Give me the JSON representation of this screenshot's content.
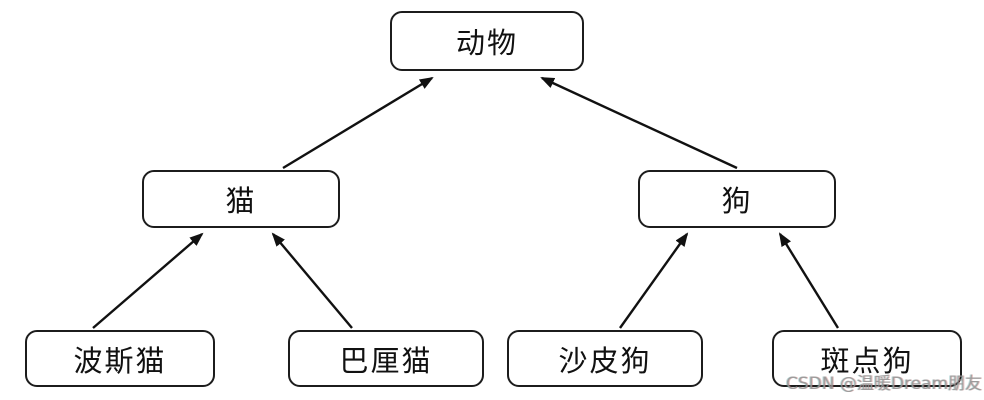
{
  "diagram": {
    "type": "inheritance-tree",
    "nodes": {
      "animal": {
        "label": "动物"
      },
      "cat": {
        "label": "猫"
      },
      "dog": {
        "label": "狗"
      },
      "persian_cat": {
        "label": "波斯猫"
      },
      "balinese_cat": {
        "label": "巴厘猫"
      },
      "shar_pei_dog": {
        "label": "沙皮狗"
      },
      "dalmatian_dog": {
        "label": "斑点狗"
      }
    },
    "edges": [
      {
        "from": "猫",
        "to": "动物"
      },
      {
        "from": "狗",
        "to": "动物"
      },
      {
        "from": "波斯猫",
        "to": "猫"
      },
      {
        "from": "巴厘猫",
        "to": "猫"
      },
      {
        "from": "沙皮狗",
        "to": "狗"
      },
      {
        "from": "斑点狗",
        "to": "狗"
      }
    ],
    "colors": {
      "background": "#ffffff",
      "node_fill": "#ffffff",
      "node_border": "#1c1c1c",
      "arrow": "#111111",
      "watermark": "#969696"
    }
  },
  "watermark": {
    "text": "CSDN @温暖Dream朋友"
  }
}
